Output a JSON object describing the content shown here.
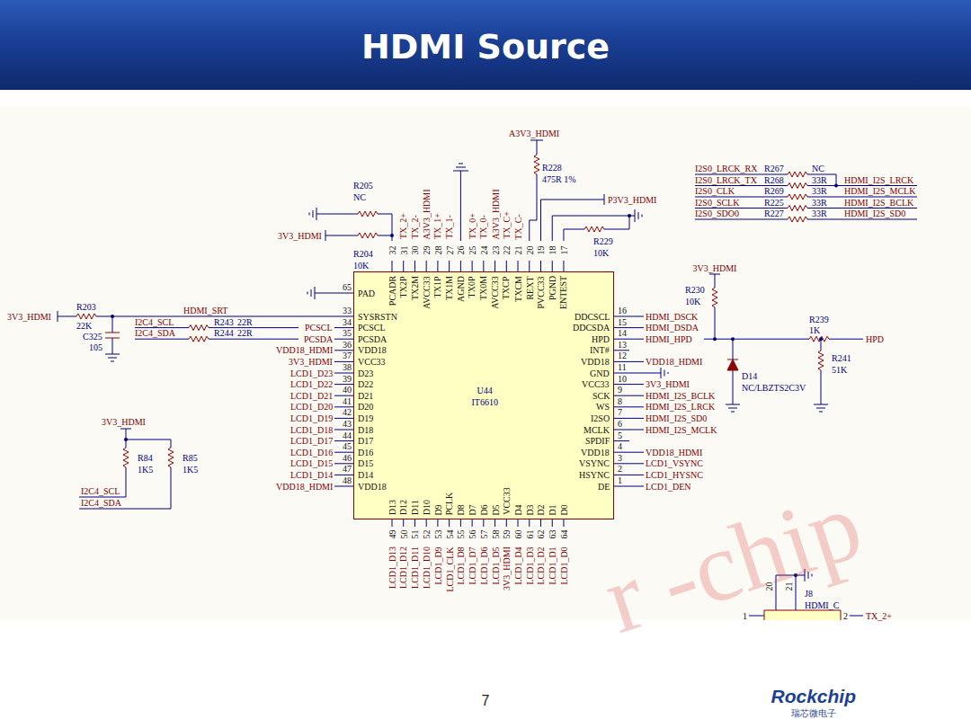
{
  "diagram": {
    "title": "HDMI Source",
    "nodes": [
      {
        "text": [
          "U44",
          "IT6610"
        ]
      }
    ],
    "labels": [
      "A3V3_HDMI",
      "R228",
      "475R 1%",
      "R205",
      "NC",
      "3V3_HDMI",
      "R204",
      "10K",
      "P3V3_HDMI",
      "R229",
      "10K",
      "32",
      "31",
      "30",
      "29",
      "28",
      "27",
      "26",
      "25",
      "24",
      "23",
      "22",
      "21",
      "20",
      "19",
      "18",
      "17",
      "TX_2+",
      "TX_2-",
      "A3V3_HDMI",
      "TX_1+",
      "TX_1-",
      "TX_0+",
      "TX_0-",
      "A3V3_HDMI",
      "TX_C+",
      "TX_C-",
      "PCADR",
      "TX2P",
      "TX2M",
      "AVCC33",
      "TX1P",
      "TX1M",
      "AGND",
      "TX0P",
      "TX0M",
      "AVCC33",
      "TXCP",
      "TXCM",
      "REXT",
      "PVCC33",
      "PGND",
      "ENTEST",
      "65",
      "33",
      "34",
      "35",
      "36",
      "37",
      "38",
      "39",
      "40",
      "41",
      "42",
      "43",
      "44",
      "45",
      "46",
      "47",
      "48",
      "PAD",
      "SYSRSTN",
      "PCSCL",
      "PCSDA",
      "VDD18",
      "VCC33",
      "D23",
      "D22",
      "D21",
      "D20",
      "D19",
      "D18",
      "D17",
      "D16",
      "D15",
      "D14",
      "VDD18",
      "PCSCL",
      "PCSDA",
      "VDD18_HDMI",
      "3V3_HDMI",
      "LCD1_D23",
      "LCD1_D22",
      "LCD1_D21",
      "LCD1_D20",
      "LCD1_D19",
      "LCD1_D18",
      "LCD1_D17",
      "LCD1_D16",
      "LCD1_D15",
      "LCD1_D14",
      "VDD18_HDMI",
      "3V3_HDMI",
      "R203",
      "22K",
      "C325",
      "105",
      "HDMI_SRT",
      "I2C4_SCL",
      "R243",
      "22R",
      "I2C4_SDA",
      "R244",
      "22R",
      "3V3_HDMI",
      "R84",
      "1K5",
      "R85",
      "1K5",
      "I2C4_SCL",
      "I2C4_SDA",
      "16",
      "15",
      "14",
      "13",
      "12",
      "11",
      "10",
      "9",
      "8",
      "7",
      "6",
      "5",
      "4",
      "3",
      "2",
      "1",
      "DDCSCL",
      "DDCSDA",
      "HPD",
      "INT#",
      "VDD18",
      "GND",
      "VCC33",
      "SCK",
      "WS",
      "I2SO",
      "MCLK",
      "SPDIF",
      "VDD18",
      "VSYNC",
      "HSYNC",
      "DE",
      "HDMI_DSCK",
      "HDMI_DSDA",
      "HDMI_HPD",
      "VDD18_HDMI",
      "3V3_HDMI",
      "HDMI_I2S_BCLK",
      "HDMI_I2S_LRCK",
      "HDMI_I2S_SD0",
      "HDMI_I2S_MCLK",
      "VDD18_HDMI",
      "LCD1_VSYNC",
      "LCD1_HYSNC",
      "LCD1_DEN",
      "3V3_HDMI",
      "R230",
      "10K",
      "R239",
      "1K",
      "HPD",
      "R241",
      "51K",
      "D14",
      "NC/LBZTS2C3V",
      "I2S0_LRCK_RX",
      "I2S0_LRCK_TX",
      "I2S0_CLK",
      "I2S0_SCLK",
      "I2S0_SDO0",
      "R267",
      "R268",
      "R269",
      "R225",
      "R227",
      "NC",
      "33R",
      "33R",
      "33R",
      "33R",
      "HDMI_I2S_LRCK",
      "HDMI_I2S_MCLK",
      "HDMI_I2S_BCLK",
      "HDMI_I2S_SD0",
      "49",
      "50",
      "51",
      "52",
      "53",
      "54",
      "55",
      "56",
      "57",
      "58",
      "59",
      "60",
      "61",
      "62",
      "63",
      "64",
      "D13",
      "D12",
      "D11",
      "D10",
      "D9",
      "PCLK",
      "D8",
      "D7",
      "D6",
      "D5",
      "VCC33",
      "D4",
      "D3",
      "D2",
      "D1",
      "D0",
      "LCD1_D13",
      "LCD1_D12",
      "LCD1_D11",
      "LCD1_D10",
      "LCD1_D9",
      "LCD1_CLK",
      "LCD1_D8",
      "LCD1_D7",
      "LCD1_D6",
      "LCD1_D5",
      "3V3_HDMI",
      "LCD1_D4",
      "LCD1_D3",
      "LCD1_D2",
      "LCD1_D1",
      "LCD1_D0",
      "20",
      "21",
      "J8",
      "HDMI_C",
      "1",
      "2",
      "TX_2+",
      "7",
      "Rockchip",
      "瑞芯微电子",
      "r -chip"
    ]
  }
}
